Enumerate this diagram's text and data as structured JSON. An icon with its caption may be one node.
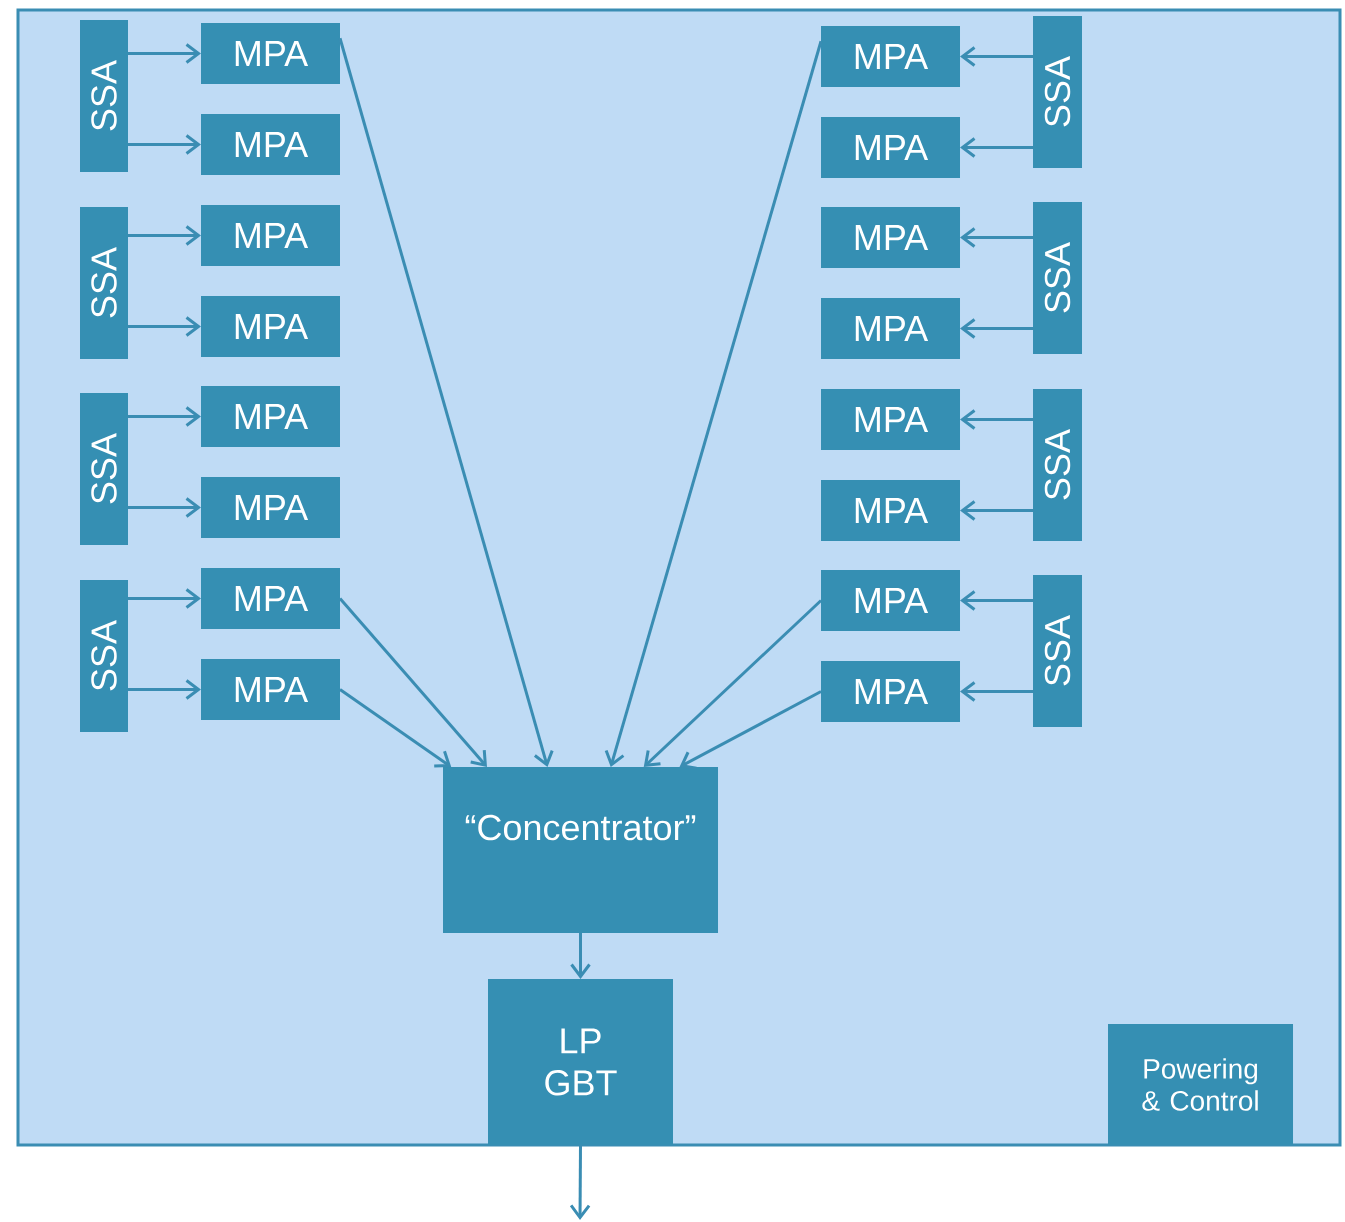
{
  "diagram": {
    "nodes": [
      {
        "text": [],
        "shape": "box"
      },
      {
        "text": [
          "SSA"
        ],
        "in": 0
      },
      {
        "text": [
          "SSA"
        ],
        "in": 0
      },
      {
        "text": [
          "SSA"
        ],
        "in": 0
      },
      {
        "text": [
          "SSA"
        ],
        "in": 0
      },
      {
        "text": [
          "MPA"
        ],
        "in": 0
      },
      {
        "text": [
          "MPA"
        ],
        "in": 0
      },
      {
        "text": [
          "MPA"
        ],
        "in": 0
      },
      {
        "text": [
          "MPA"
        ],
        "in": 0
      },
      {
        "text": [
          "MPA"
        ],
        "in": 0
      },
      {
        "text": [
          "MPA"
        ],
        "in": 0
      },
      {
        "text": [
          "MPA"
        ],
        "in": 0
      },
      {
        "text": [
          "MPA"
        ],
        "in": 0
      },
      {
        "text": [
          "MPA"
        ],
        "in": 0
      },
      {
        "text": [
          "MPA"
        ],
        "in": 0
      },
      {
        "text": [
          "MPA"
        ],
        "in": 0
      },
      {
        "text": [
          "MPA"
        ],
        "in": 0
      },
      {
        "text": [
          "MPA"
        ],
        "in": 0
      },
      {
        "text": [
          "MPA"
        ],
        "in": 0
      },
      {
        "text": [
          "MPA"
        ],
        "in": 0
      },
      {
        "text": [
          "MPA"
        ],
        "in": 0
      },
      {
        "text": [
          "SSA"
        ],
        "in": 0
      },
      {
        "text": [
          "SSA"
        ],
        "in": 0
      },
      {
        "text": [
          "SSA"
        ],
        "in": 0
      },
      {
        "text": [
          "SSA"
        ],
        "in": 0
      },
      {
        "text": [
          "“Concentrator”"
        ],
        "in": 0
      },
      {
        "text": [
          "LP GBT"
        ],
        "in": 0
      },
      {
        "text": [
          "Powering & Control"
        ],
        "in": 0
      }
    ],
    "edges": [
      {
        "from": 1,
        "to": 5,
        "arrow": "to"
      },
      {
        "from": 1,
        "to": 6,
        "arrow": "to"
      },
      {
        "from": 2,
        "to": 7,
        "arrow": "to"
      },
      {
        "from": 2,
        "to": 8,
        "arrow": "to"
      },
      {
        "from": 3,
        "to": 9,
        "arrow": "to"
      },
      {
        "from": 3,
        "to": 10,
        "arrow": "to"
      },
      {
        "from": 4,
        "to": 11,
        "arrow": "to"
      },
      {
        "from": 4,
        "to": 12,
        "arrow": "to"
      },
      {
        "from": 21,
        "to": 13,
        "arrow": "to"
      },
      {
        "from": 21,
        "to": 14,
        "arrow": "to"
      },
      {
        "from": 22,
        "to": 15,
        "arrow": "to"
      },
      {
        "from": 22,
        "to": 16,
        "arrow": "to"
      },
      {
        "from": 23,
        "to": 17,
        "arrow": "to"
      },
      {
        "from": 23,
        "to": 18,
        "arrow": "to"
      },
      {
        "from": 24,
        "to": 19,
        "arrow": "to"
      },
      {
        "from": 24,
        "to": 20,
        "arrow": "to"
      },
      {
        "from": 5,
        "to": 25,
        "arrow": "to"
      },
      {
        "from": 11,
        "to": 25,
        "arrow": "to"
      },
      {
        "from": 12,
        "to": 25,
        "arrow": "to"
      },
      {
        "from": 13,
        "to": 25,
        "arrow": "to"
      },
      {
        "from": 19,
        "to": 25,
        "arrow": "to"
      },
      {
        "from": 20,
        "to": 25,
        "arrow": "to"
      },
      {
        "from": 25,
        "to": 26,
        "arrow": "to"
      },
      {
        "from": 26,
        "to": null,
        "arrow": "to"
      }
    ]
  }
}
